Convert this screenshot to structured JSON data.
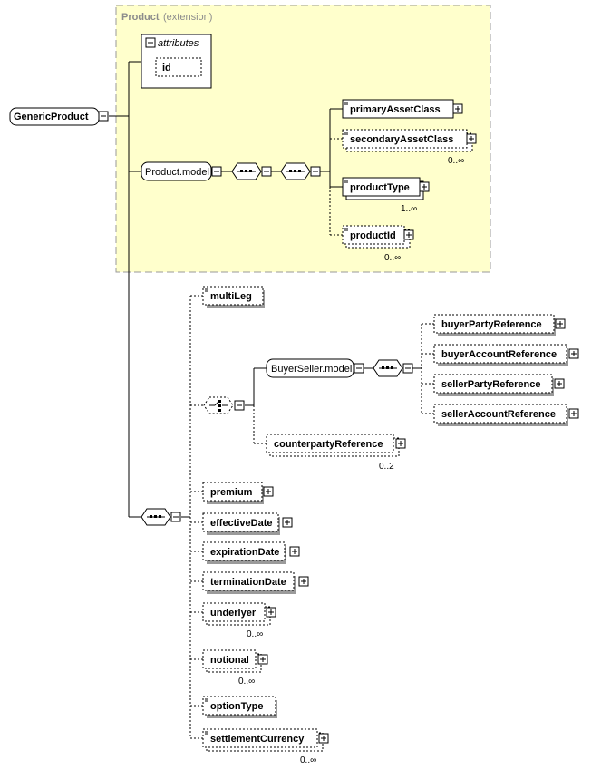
{
  "extension_box": {
    "title": "Product",
    "title_suffix": "(extension)",
    "background": "#ffffcc",
    "border": "#999999"
  },
  "root": {
    "label": "GenericProduct"
  },
  "attributes": {
    "label": "attributes",
    "items": [
      "id"
    ]
  },
  "product_model": {
    "label": "Product.model",
    "children": [
      {
        "label": "primaryAssetClass",
        "cardinality": ""
      },
      {
        "label": "secondaryAssetClass",
        "cardinality": "0..∞"
      },
      {
        "label": "productType",
        "cardinality": "1..∞"
      },
      {
        "label": "productId",
        "cardinality": "0..∞"
      }
    ]
  },
  "main_sequence": {
    "children": [
      {
        "label": "multiLeg",
        "cardinality": ""
      },
      {
        "label": "premium",
        "cardinality": ""
      },
      {
        "label": "effectiveDate",
        "cardinality": ""
      },
      {
        "label": "expirationDate",
        "cardinality": ""
      },
      {
        "label": "terminationDate",
        "cardinality": ""
      },
      {
        "label": "underlyer",
        "cardinality": "0..∞"
      },
      {
        "label": "notional",
        "cardinality": "0..∞"
      },
      {
        "label": "optionType",
        "cardinality": ""
      },
      {
        "label": "settlementCurrency",
        "cardinality": "0..∞"
      }
    ]
  },
  "buyer_seller": {
    "label": "BuyerSeller.model",
    "children": [
      {
        "label": "buyerPartyReference",
        "cardinality": ""
      },
      {
        "label": "buyerAccountReference",
        "cardinality": ""
      },
      {
        "label": "sellerPartyReference",
        "cardinality": ""
      },
      {
        "label": "sellerAccountReference",
        "cardinality": ""
      }
    ],
    "counterparty": {
      "label": "counterpartyReference",
      "cardinality": "0..2"
    }
  }
}
